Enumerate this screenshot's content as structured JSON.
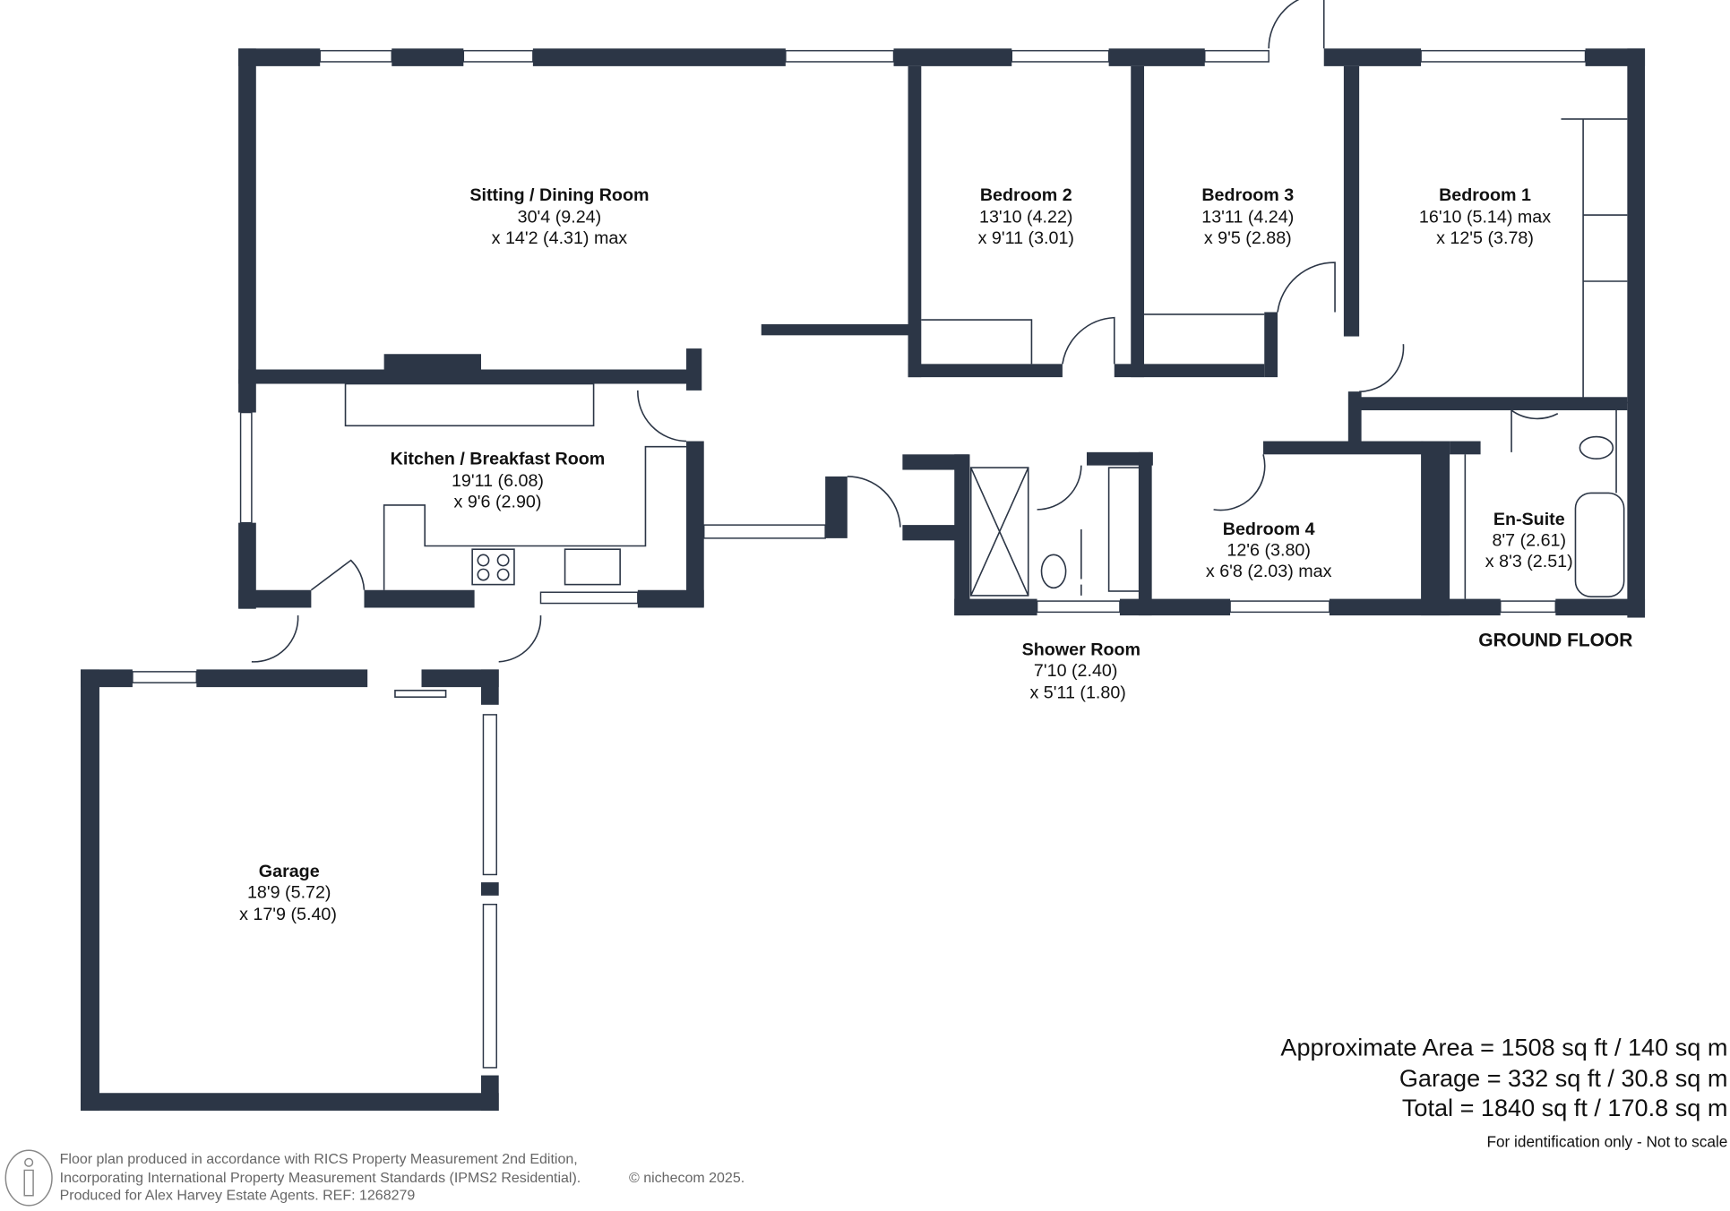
{
  "floor_label": "GROUND FLOOR",
  "rooms": [
    {
      "name": "Sitting / Dining Room",
      "dim1": "30'4 (9.24)",
      "dim2": "x 14'2 (4.31) max"
    },
    {
      "name": "Bedroom 2",
      "dim1": "13'10 (4.22)",
      "dim2": "x 9'11 (3.01)"
    },
    {
      "name": "Bedroom 3",
      "dim1": "13'11 (4.24)",
      "dim2": "x 9'5 (2.88)"
    },
    {
      "name": "Bedroom 1",
      "dim1": "16'10 (5.14) max",
      "dim2": "x 12'5 (3.78)"
    },
    {
      "name": "Kitchen / Breakfast Room",
      "dim1": "19'11 (6.08)",
      "dim2": "x 9'6 (2.90)"
    },
    {
      "name": "Bedroom 4",
      "dim1": "12'6 (3.80)",
      "dim2": "x 6'8 (2.03) max"
    },
    {
      "name": "En-Suite",
      "dim1": "8'7 (2.61)",
      "dim2": "x 8'3 (2.51)"
    },
    {
      "name": "Shower Room",
      "dim1": "7'10 (2.40)",
      "dim2": "x 5'11 (1.80)"
    },
    {
      "name": "Garage",
      "dim1": "18'9 (5.72)",
      "dim2": "x 17'9 (5.40)"
    }
  ],
  "areas": {
    "approx": "Approximate Area = 1508 sq ft / 140 sq m",
    "garage": "Garage = 332 sq ft / 30.8 sq m",
    "total": "Total = 1840 sq ft / 170.8 sq m",
    "note": "For identification only - Not to scale"
  },
  "footer": {
    "line1": "Floor plan produced in accordance with RICS Property Measurement 2nd Edition,",
    "line2": "Incorporating International Property Measurement Standards (IPMS2 Residential).",
    "copyright": "© nichecom 2025.",
    "line3": "Produced for Alex Harvey Estate Agents.   REF: 1268279",
    "logo_icon": "person-info-icon"
  },
  "colors": {
    "wall": "#2c3646"
  }
}
